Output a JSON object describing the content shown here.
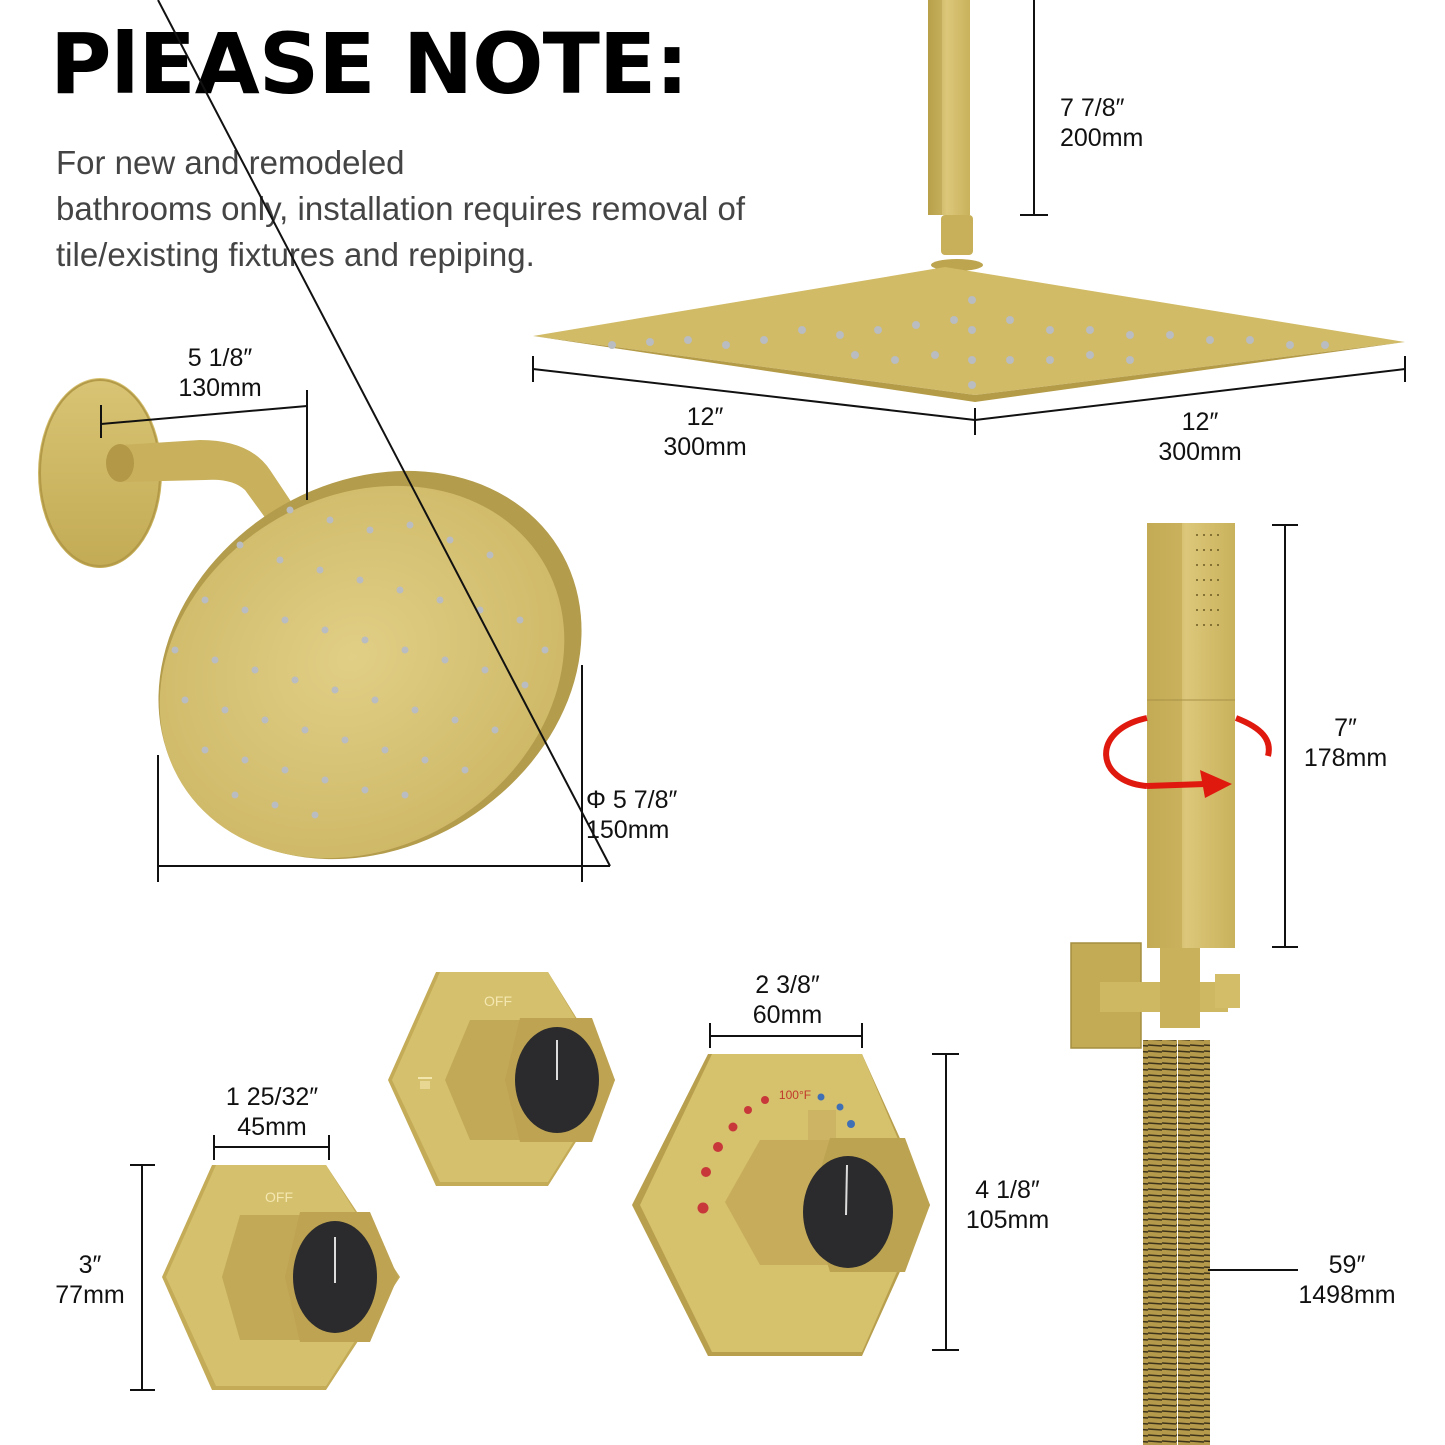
{
  "header": {
    "title": "PlEASE NOTE:",
    "note_lines": [
      "For new and remodeled",
      "bathrooms only, installation requires removal of",
      "tile/existing fixtures and repiping."
    ]
  },
  "colors": {
    "brushed_gold": "#d4bf6a",
    "gold_shadow": "#a8923e",
    "gold_highlight": "#e8d98f",
    "nozzle_gray": "#b9bcc0",
    "knob_black": "#2b2b2d",
    "rotate_arrow_red": "#e0190f",
    "hot_dot_red": "#c8373a",
    "cold_dot_blue": "#3f6fb5",
    "dimension_line": "#111111",
    "note_text": "#444444"
  },
  "products": {
    "ceiling_arm": {
      "icon": "ceiling-shower-arm",
      "dim_imperial": "7 7/8″",
      "dim_metric": "200mm"
    },
    "square_rain_head": {
      "icon": "square-rain-shower-head",
      "width_imperial": "12″",
      "width_metric": "300mm",
      "depth_imperial": "12″",
      "depth_metric": "300mm"
    },
    "wall_arm": {
      "icon": "wall-shower-arm",
      "dim_imperial": "5 1/8″",
      "dim_metric": "130mm"
    },
    "round_head": {
      "icon": "round-shower-head",
      "dim_imperial": "Φ 5 7/8″",
      "dim_metric": "150mm"
    },
    "handheld": {
      "icon": "handheld-shower-wand",
      "dim_imperial": "7″",
      "dim_metric": "178mm",
      "rotation_icon": "rotate-arrow"
    },
    "hose": {
      "icon": "shower-hose",
      "dim_imperial": "59″",
      "dim_metric": "1498mm"
    },
    "thermostatic_valve": {
      "icon": "thermostatic-valve",
      "width_imperial": "2 3/8″",
      "width_metric": "60mm",
      "height_imperial": "4 1/8″",
      "height_metric": "105mm",
      "temp_label": "100°F"
    },
    "diverter_valve_small": {
      "icon": "diverter-valve",
      "width_imperial": "1 25/32″",
      "width_metric": "45mm",
      "height_imperial": "3″",
      "height_metric": "77mm",
      "off_label": "OFF"
    },
    "diverter_valve_handheld": {
      "icon": "diverter-valve-handheld",
      "off_label": "OFF"
    }
  }
}
